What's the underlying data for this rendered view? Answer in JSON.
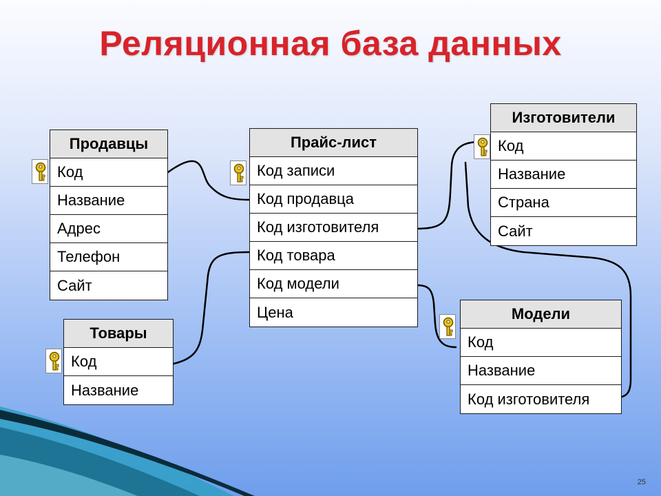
{
  "title": "Реляционная база данных",
  "page_number": "25",
  "tables": {
    "prodavtsy": {
      "title": "Продавцы",
      "fields": [
        "Код",
        "Название",
        "Адрес",
        "Телефон",
        "Сайт"
      ]
    },
    "tovary": {
      "title": "Товары",
      "fields": [
        "Код",
        "Название"
      ]
    },
    "price": {
      "title": "Прайс-лист",
      "fields": [
        "Код записи",
        "Код продавца",
        "Код изготовителя",
        "Код товара",
        "Код модели",
        "Цена"
      ]
    },
    "izgotoviteli": {
      "title": "Изготовители",
      "fields": [
        "Код",
        "Название",
        "Страна",
        "Сайт"
      ]
    },
    "modeli": {
      "title": "Модели",
      "fields": [
        "Код",
        "Название",
        "Код изготовителя"
      ]
    }
  },
  "colors": {
    "title": "#d8232a",
    "header_bg": "#e3e3e3",
    "key": "#e8c21a"
  },
  "icons": [
    "key-icon"
  ]
}
